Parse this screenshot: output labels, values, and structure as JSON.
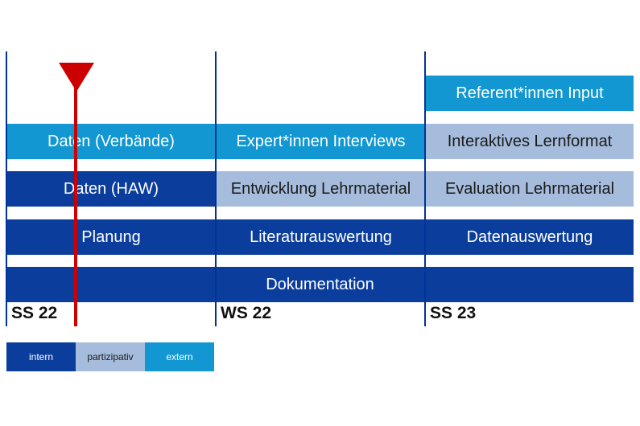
{
  "colors": {
    "intern": "#0b3d9c",
    "partizipativ": "#a6bcdc",
    "extern": "#1297d3",
    "marker": "#cc0000",
    "divider": "#003399"
  },
  "semesters": [
    "SS 22",
    "WS 22",
    "SS 23"
  ],
  "bars": {
    "referent_input": {
      "label": "Referent*innen Input",
      "category": "extern"
    },
    "daten_verbaende": {
      "label": "Daten (Verbände)",
      "category": "extern"
    },
    "expert_interviews": {
      "label": "Expert*innen Interviews",
      "category": "extern"
    },
    "interaktives_lernformat": {
      "label": "Interaktives Lernformat",
      "category": "partizipativ"
    },
    "daten_haw": {
      "label": "Daten (HAW)",
      "category": "intern"
    },
    "entwicklung_lehrmaterial": {
      "label": "Entwicklung Lehrmaterial",
      "category": "partizipativ"
    },
    "evaluation_lehrmaterial": {
      "label": "Evaluation Lehrmaterial",
      "category": "partizipativ"
    },
    "planung": {
      "label": "Planung",
      "category": "intern"
    },
    "literaturauswertung": {
      "label": "Literaturauswertung",
      "category": "intern"
    },
    "datenauswertung": {
      "label": "Datenauswertung",
      "category": "intern"
    },
    "dokumentation": {
      "label": "Dokumentation",
      "category": "intern"
    }
  },
  "legend": [
    "intern",
    "partizipativ",
    "extern"
  ]
}
